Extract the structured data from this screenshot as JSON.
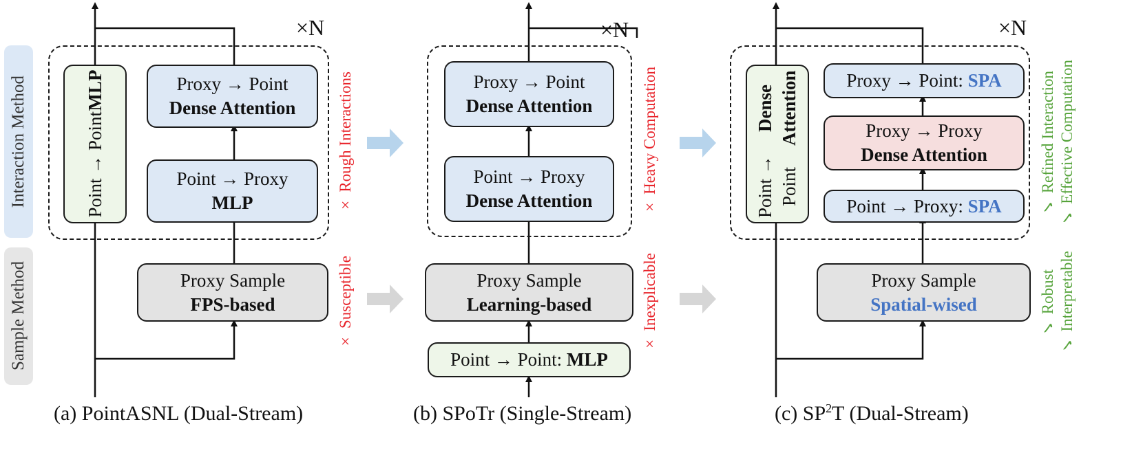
{
  "sections": {
    "interaction": "Interaction Method",
    "sample": "Sample Method"
  },
  "repeat": "×N",
  "panel_a": {
    "caption": "(a)  PointASNL (Dual-Stream)",
    "mlp_stream": {
      "line1": "Point → Point",
      "line2": "MLP"
    },
    "proxy_point": {
      "line1": "Proxy → Point",
      "line2": "Dense Attention"
    },
    "point_proxy": {
      "line1": "Point → Proxy",
      "line2": "MLP"
    },
    "sample": {
      "line1": "Proxy Sample",
      "line2": "FPS-based"
    },
    "note_interaction": "× Rough Interactions",
    "note_sample": "× Susceptible"
  },
  "panel_b": {
    "caption": "(b) SPoTr (Single-Stream)",
    "proxy_point": {
      "line1": "Proxy → Point",
      "line2": "Dense Attention"
    },
    "point_proxy": {
      "line1": "Point → Proxy",
      "line2": "Dense Attention"
    },
    "sample": {
      "line1": "Proxy Sample",
      "line2": "Learning-based"
    },
    "mlp": {
      "prefix": "Point → Point: ",
      "bold": "MLP"
    },
    "note_interaction": "× Heavy Computation",
    "note_sample": "× Inexplicable"
  },
  "panel_c": {
    "caption_prefix": "(c) SP",
    "caption_sup": "2",
    "caption_suffix": "T (Dual-Stream)",
    "dense_stream": {
      "line1": "Point → Point",
      "line2": "Dense Attention"
    },
    "proxy_point": {
      "prefix": "Proxy → Point: ",
      "highlight": "SPA"
    },
    "proxy_proxy": {
      "line1": "Proxy → Proxy",
      "line2": "Dense Attention"
    },
    "point_proxy": {
      "prefix": "Point → Proxy: ",
      "highlight": "SPA"
    },
    "sample": {
      "line1": "Proxy Sample",
      "line2": "Spatial-wised"
    },
    "notes_interaction": [
      "✓ Refined Interaction",
      "✓ Effective Computation"
    ],
    "notes_sample": [
      "✓ Robust",
      "✓ Interpretable"
    ]
  },
  "colors": {
    "blue_box": "#dde8f5",
    "gray_box": "#e3e3e3",
    "green_box": "#eef6e9",
    "pink_box": "#f6dede",
    "highlight_text": "#4474c4",
    "negative_note": "#e8232a",
    "positive_note": "#55a33a",
    "arrow_blue": "#b7d4ec",
    "arrow_gray": "#d6d6d6"
  }
}
